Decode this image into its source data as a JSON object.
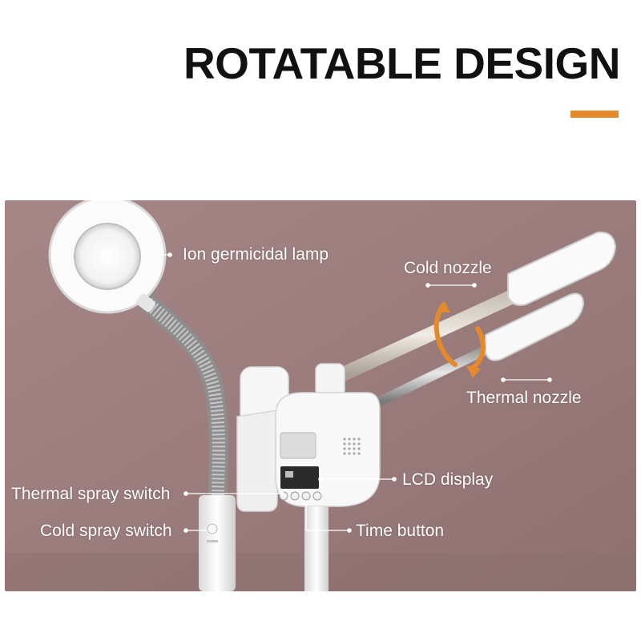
{
  "headline": "ROTATABLE DESIGN",
  "colors": {
    "accent": "#e58a2c",
    "backdrop": "#9b7c7c",
    "label_text": "#ffffff",
    "device_body": "#f4f4f4"
  },
  "labels": {
    "ion_lamp": "Ion germicidal lamp",
    "cold_nozzle": "Cold nozzle",
    "thermal_nozzle": "Thermal nozzle",
    "lcd_display": "LCD display",
    "thermal_spray_switch": "Thermal spray switch",
    "cold_spray_switch": "Cold spray switch",
    "time_button": "Time button"
  },
  "icons": {
    "rotation": "rotation-arrow-icon"
  }
}
